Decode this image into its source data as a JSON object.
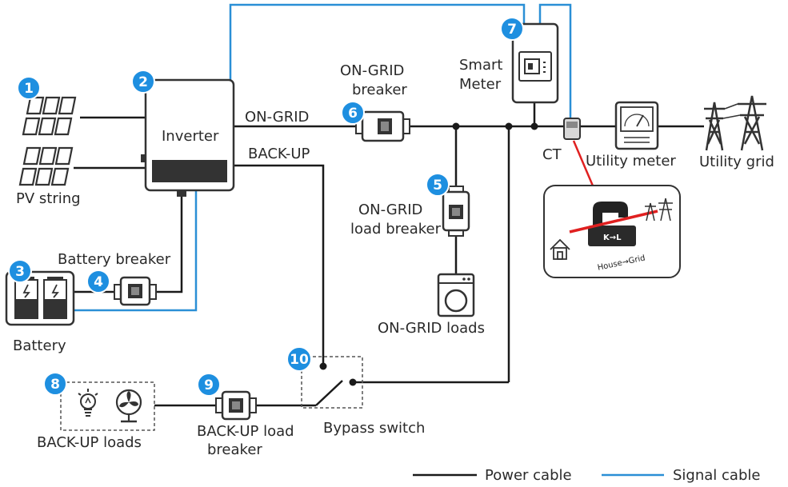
{
  "colors": {
    "power_cable": "#1a1a1a",
    "signal_cable": "#2a8fd6",
    "badge": "#1e8fe0",
    "ct_arrow": "#e02020"
  },
  "badges": [
    "1",
    "2",
    "3",
    "4",
    "5",
    "6",
    "7",
    "8",
    "9",
    "10"
  ],
  "labels": {
    "pv_string": "PV string",
    "inverter": "Inverter",
    "on_grid": "ON-GRID",
    "back_up": "BACK-UP",
    "on_grid_breaker_1": "ON-GRID",
    "on_grid_breaker_2": "breaker",
    "smart_meter_1": "Smart",
    "smart_meter_2": "Meter",
    "ct": "CT",
    "utility_meter": "Utility meter",
    "utility_grid": "Utility grid",
    "battery_breaker": "Battery breaker",
    "battery": "Battery",
    "on_grid_load_breaker_1": "ON-GRID",
    "on_grid_load_breaker_2": "load breaker",
    "on_grid_loads": "ON-GRID loads",
    "backup_loads": "BACK-UP loads",
    "backup_load_breaker_1": "BACK-UP load",
    "backup_load_breaker_2": "breaker",
    "bypass_switch": "Bypass switch",
    "ct_marking": "K→L",
    "ct_direction": "House→Grid"
  },
  "legend": {
    "power_cable": "Power cable",
    "signal_cable": "Signal cable"
  }
}
